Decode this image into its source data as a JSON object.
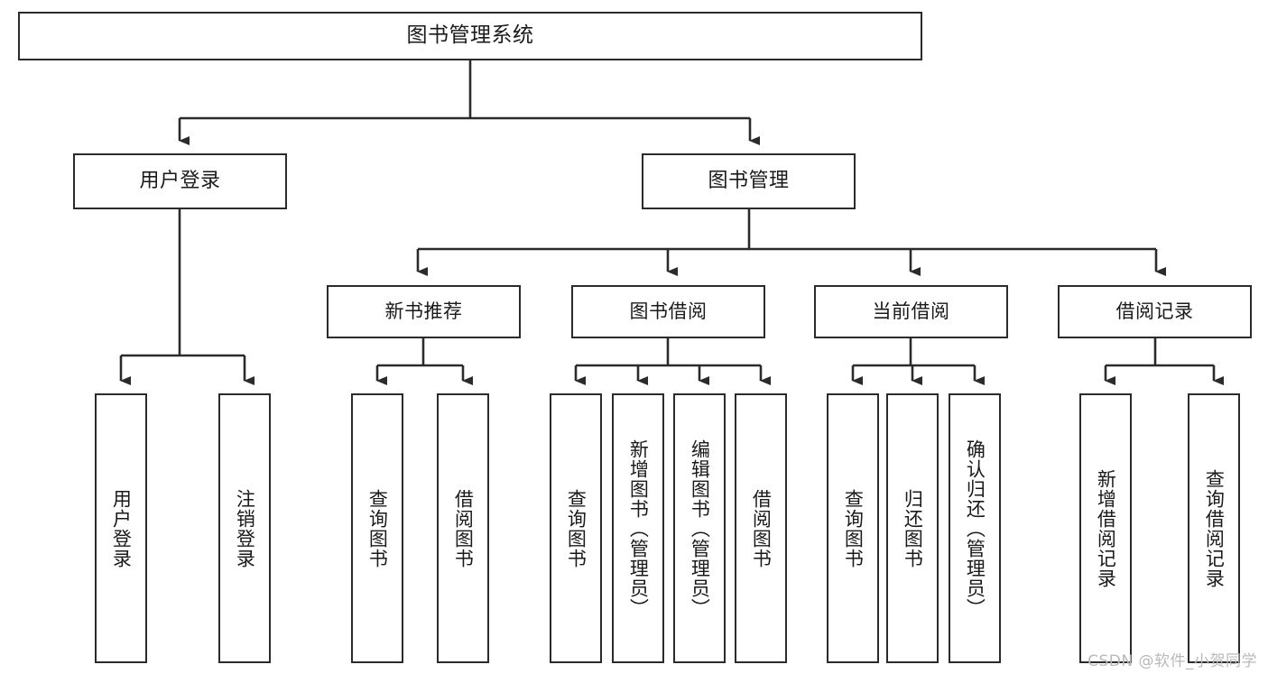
{
  "diagram": {
    "title": "图书管理系统",
    "watermark": "CSDN @软件_小贺同学",
    "colors": {
      "border": "#2b2b2b",
      "background": "#ffffff",
      "text": "#1a1a1a",
      "watermark": "#b9b9b9"
    },
    "nodes": {
      "root": "图书管理系统",
      "level1": {
        "user_login": "用户登录",
        "book_manage": "图书管理"
      },
      "level2": {
        "new_book_recommend": "新书推荐",
        "book_borrow": "图书借阅",
        "current_borrow": "当前借阅",
        "borrow_record": "借阅记录"
      },
      "leaves": {
        "user_login_1": "用户登录",
        "user_login_2": "注销登录",
        "recommend_1": "查询图书",
        "recommend_2": "借阅图书",
        "borrow_1": "查询图书",
        "borrow_2": "新增图书（管理员）",
        "borrow_3": "编辑图书（管理员）",
        "borrow_4": "借阅图书",
        "current_1": "查询图书",
        "current_2": "归还图书",
        "current_3": "确认归还（管理员）",
        "record_1": "新增借阅记录",
        "record_2": "查询借阅记录"
      }
    }
  }
}
